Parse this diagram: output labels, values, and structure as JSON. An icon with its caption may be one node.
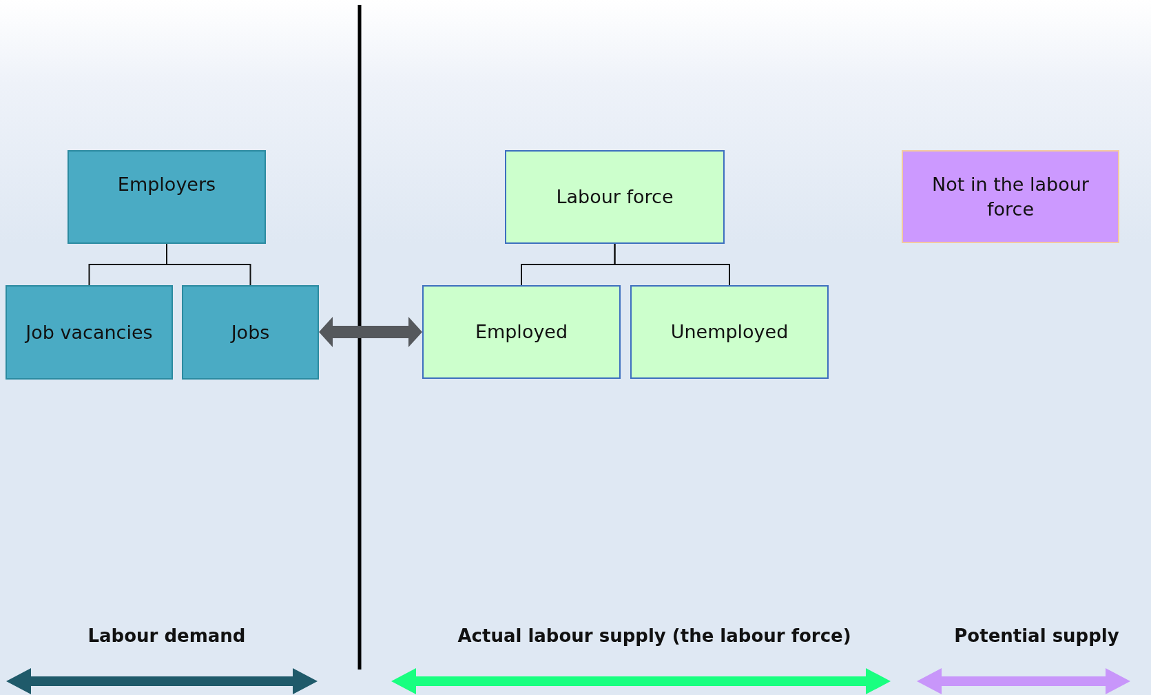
{
  "diagram": {
    "nodes": [
      {
        "text": [
          "Employers"
        ]
      },
      {
        "text": [
          "Job vacancies"
        ]
      },
      {
        "text": [
          "Jobs"
        ]
      },
      {
        "text": [
          "Labour force"
        ]
      },
      {
        "text": [
          "Employed"
        ]
      },
      {
        "text": [
          "Unemployed"
        ]
      },
      {
        "text": [
          "Not in the labour force"
        ]
      }
    ],
    "edges": [
      {
        "from": 0,
        "to": 1,
        "arrow": "none"
      },
      {
        "from": 0,
        "to": 2,
        "arrow": "none"
      },
      {
        "from": 3,
        "to": 4,
        "arrow": "none"
      },
      {
        "from": 3,
        "to": 5,
        "arrow": "none"
      },
      {
        "from": 2,
        "to": 4,
        "arrow": "both",
        "style": "thick",
        "color": "#55585c"
      }
    ],
    "labels": [
      "Labour demand",
      "Actual labour supply (the labour force)",
      "Potential supply"
    ]
  }
}
